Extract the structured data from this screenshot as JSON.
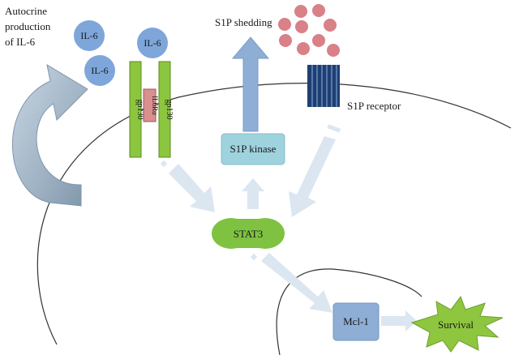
{
  "labels": {
    "autocrine_line1": "Autocrine",
    "autocrine_line2": "production",
    "autocrine_line3": "of IL-6",
    "il6_a": "IL-6",
    "il6_b": "IL-6",
    "il6_c": "IL-6",
    "gp130_left": "gp130",
    "gp130_right": "gp130",
    "il6ra": "IL6Rα",
    "s1p_shedding": "S1P shedding",
    "s1p_receptor": "S1P receptor",
    "s1p_kinase": "S1P kinase",
    "stat3": "STAT3",
    "mcl1": "Mcl-1",
    "survival": "Survival"
  },
  "colors": {
    "il6": "#7ea6da",
    "gp130": "#8cc63f",
    "il6ra": "#d9908f",
    "s1p_dot": "#d98088",
    "s1p_receptor": "#1f3f73",
    "s1p_kinase": "#9ed3de",
    "stat3": "#7fc241",
    "mcl1": "#8eaed6",
    "survival": "#8fc63f",
    "arrow_faint": "#dbe6f1",
    "arrow_up": "#8eaed6",
    "autocrine_arrow": "#9fb6c9"
  }
}
